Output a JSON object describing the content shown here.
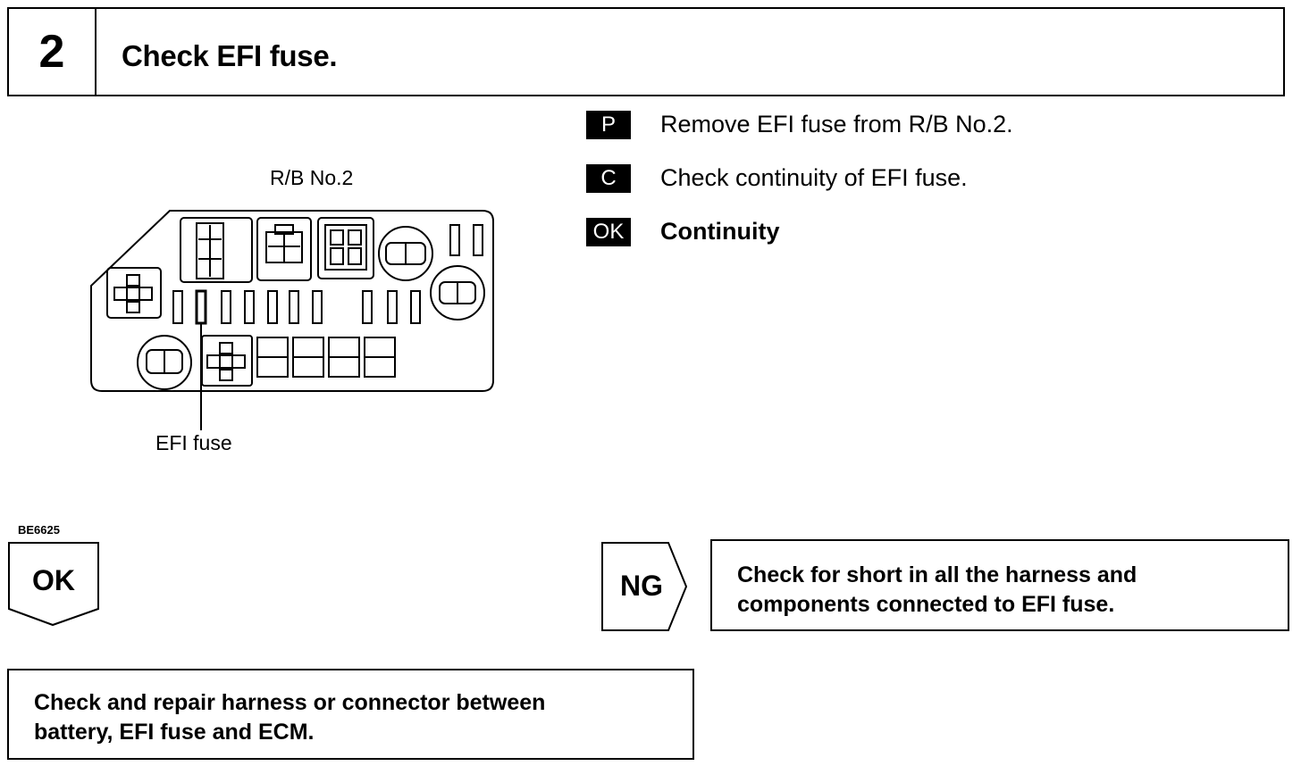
{
  "header": {
    "step_number": "2",
    "title": "Check EFI fuse."
  },
  "diagram": {
    "relay_block_label": "R/B No.2",
    "fuse_callout": "EFI fuse"
  },
  "steps": [
    {
      "badge": "P",
      "text": "Remove EFI fuse from R/B No.2."
    },
    {
      "badge": "C",
      "text": "Check continuity of EFI fuse."
    },
    {
      "badge": "OK",
      "text": "Continuity"
    }
  ],
  "figure_code": "BE6625",
  "ok_branch": {
    "label": "OK",
    "action": "Check and repair harness or connector between battery, EFI fuse and ECM.",
    "action_line1": "Check and repair harness or connector between",
    "action_line2": "battery, EFI fuse and ECM."
  },
  "ng_branch": {
    "label": "NG",
    "action_line1": "Check for short in all the harness and",
    "action_line2": "components connected to EFI fuse."
  }
}
